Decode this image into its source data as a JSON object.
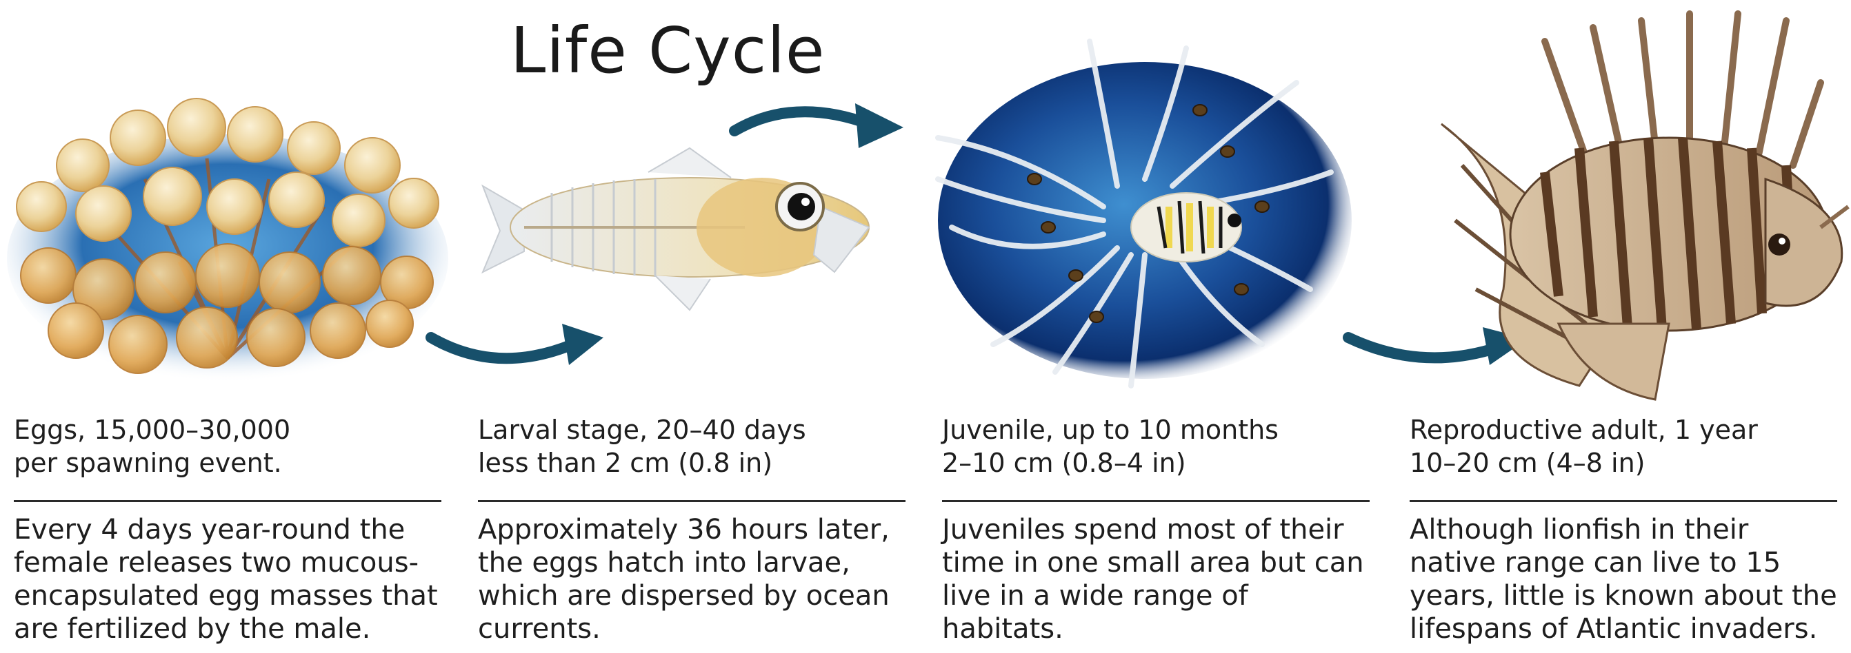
{
  "title": "Life Cycle",
  "stages": [
    {
      "icon": "egg-mass-icon",
      "stage_line1": "Eggs, 15,000–30,000",
      "stage_line2": "per spawning event.",
      "desc": [
        "Every 4 days year-round the",
        "female releases two mucous-",
        "encapsulated egg masses that",
        "are fertilized by the male."
      ]
    },
    {
      "icon": "larval-fish-icon",
      "stage_line1": "Larval stage, 20–40 days",
      "stage_line2": "less than 2 cm (0.8 in)",
      "desc": [
        "Approximately 36 hours later,",
        "the eggs hatch into larvae,",
        "which are dispersed by ocean",
        "currents."
      ]
    },
    {
      "icon": "juvenile-lionfish-icon",
      "stage_line1": "Juvenile, up to 10 months",
      "stage_line2": "2–10 cm (0.8–4 in)",
      "desc": [
        "Juveniles spend most of their",
        "time in one small area but can",
        "live in a wide range of",
        "habitats."
      ]
    },
    {
      "icon": "adult-lionfish-icon",
      "stage_line1": "Reproductive adult, 1 year",
      "stage_line2": "10–20 cm (4–8 in)",
      "desc": [
        "Although lionfish in their",
        "native range can live to 15",
        "years, little is known about the",
        "lifespans of Atlantic invaders."
      ]
    }
  ],
  "colors": {
    "arrow": "#17506b",
    "ocean_dark": "#0b2f6e",
    "ocean_light": "#3f8fd0",
    "egg": "#e9c98a"
  }
}
